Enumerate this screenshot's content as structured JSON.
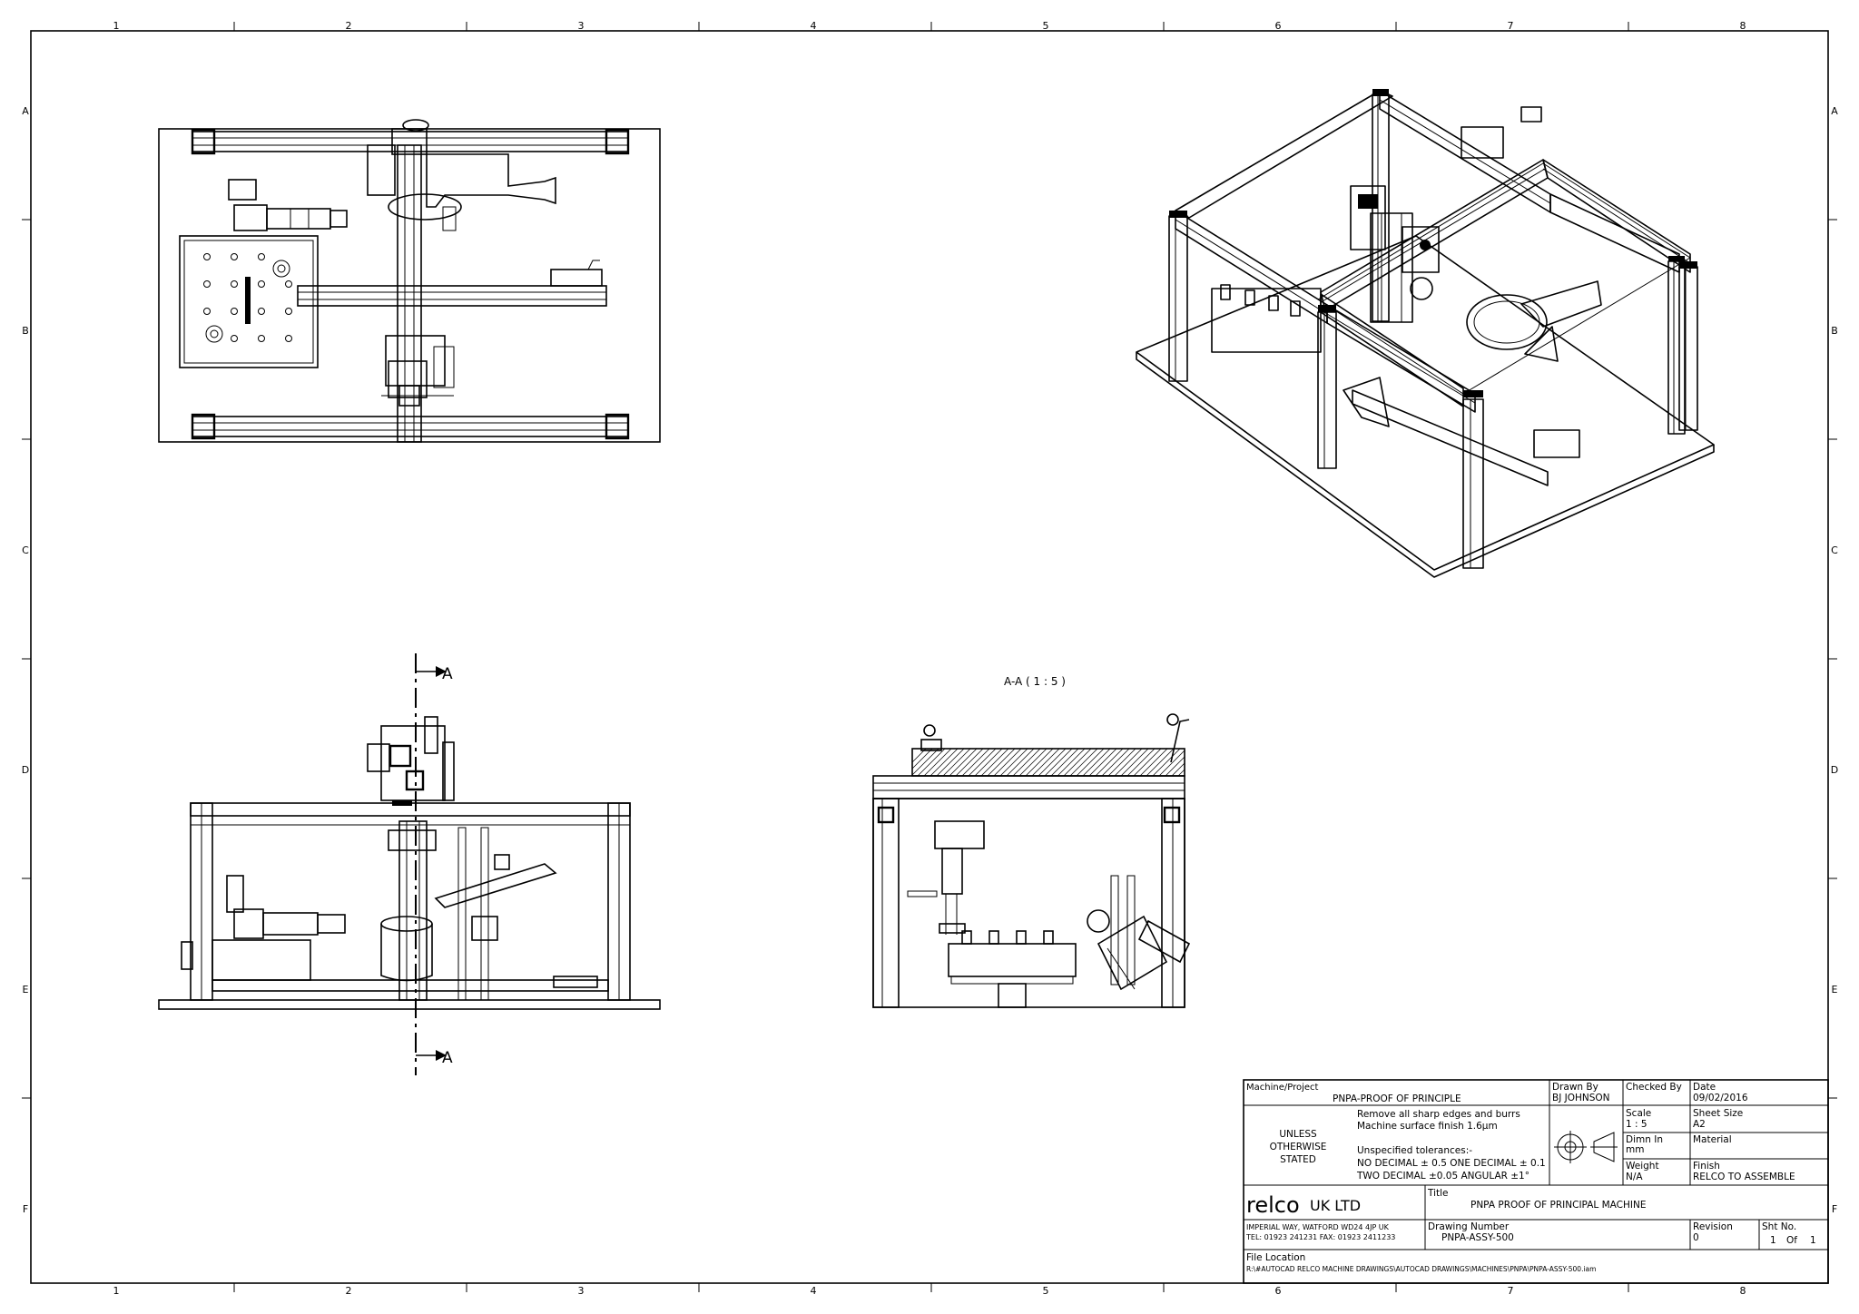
{
  "zones": {
    "columns": [
      "1",
      "2",
      "3",
      "4",
      "5",
      "6",
      "7",
      "8"
    ],
    "rows": [
      "A",
      "B",
      "C",
      "D",
      "E",
      "F"
    ]
  },
  "views": {
    "section_marker": "A",
    "section_title": "A-A ( 1 : 5 )"
  },
  "title_block": {
    "machine_project_label": "Machine/Project",
    "machine_project": "PNPA-PROOF OF PRINCIPLE",
    "drawn_by_label": "Drawn By",
    "drawn_by": "BJ JOHNSON",
    "checked_by_label": "Checked By",
    "date_label": "Date",
    "date": "09/02/2016",
    "unless_1": "UNLESS",
    "unless_2": "OTHERWISE",
    "unless_3": "STATED",
    "note_1": "Remove all sharp edges and burrs",
    "note_2": "Machine surface finish 1.6μm",
    "note_3": "Unspecified tolerances:-",
    "note_4": "NO DECIMAL ± 0.5 ONE DECIMAL ± 0.1",
    "note_5": "TWO DECIMAL ±0.05 ANGULAR ±1°",
    "scale_label": "Scale",
    "scale": "1 : 5",
    "sheet_size_label": "Sheet Size",
    "sheet_size": "A2",
    "dimn_label": "Dimn In",
    "dimn": "mm",
    "material_label": "Material",
    "weight_label": "Weight",
    "weight": "N/A",
    "finish_label": "Finish",
    "finish": "RELCO TO ASSEMBLE",
    "company_logo": "relco",
    "company_suffix": "UK LTD",
    "address_1": "IMPERIAL WAY, WATFORD WD24 4JP UK",
    "address_2": "TEL: 01923 241231 FAX: 01923 2411233",
    "title_label": "Title",
    "title": "PNPA PROOF OF PRINCIPAL MACHINE",
    "drawing_number_label": "Drawing Number",
    "drawing_number": "PNPA-ASSY-500",
    "revision_label": "Revision",
    "revision": "0",
    "sheet_no_label": "Sht No.",
    "sheet_no": "1",
    "sheet_of": "Of",
    "sheet_total": "1",
    "file_location_label": "File Location",
    "file_location": "R:\\#AUTOCAD RELCO MACHINE DRAWINGS\\AUTOCAD DRAWINGS\\MACHINES\\PNPA\\PNPA-ASSY-500.iam"
  }
}
